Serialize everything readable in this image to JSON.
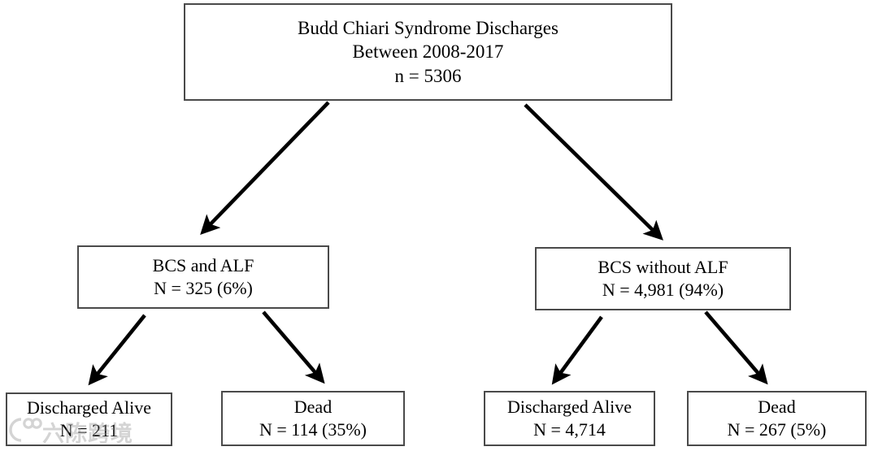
{
  "figure": {
    "type": "flowchart",
    "description": "Patient selection flow diagram for Budd Chiari Syndrome discharges"
  },
  "nodes": {
    "root": {
      "line1": "Budd Chiari Syndrome Discharges",
      "line2": "Between 2008-2017",
      "line3": "n = 5306"
    },
    "bcs_alf": {
      "line1": "BCS and ALF",
      "line2": "N =  325 (6%)"
    },
    "bcs_without_alf": {
      "line1": "BCS without ALF",
      "line2": "N = 4,981 (94%)"
    },
    "alf_alive": {
      "line1": "Discharged Alive",
      "line2": "N = 211"
    },
    "alf_dead": {
      "line1": "Dead",
      "line2": "N = 114 (35%)"
    },
    "noalf_alive": {
      "line1": "Discharged Alive",
      "line2": "N = 4,714"
    },
    "noalf_dead": {
      "line1": "Dead",
      "line2": "N = 267 (5%)"
    }
  },
  "watermark": {
    "text": "六陈跨境"
  },
  "chart_data": {
    "type": "flowchart",
    "title": "Budd Chiari Syndrome Discharges Between 2008-2017",
    "total": 5306,
    "levels": [
      {
        "level": 0,
        "nodes": [
          {
            "id": "root",
            "label": "Budd Chiari Syndrome Discharges Between 2008-2017",
            "n": 5306
          }
        ]
      },
      {
        "level": 1,
        "nodes": [
          {
            "id": "bcs_alf",
            "label": "BCS and ALF",
            "n": 325,
            "percent": 6
          },
          {
            "id": "bcs_without_alf",
            "label": "BCS without ALF",
            "n": 4981,
            "percent": 94
          }
        ]
      },
      {
        "level": 2,
        "nodes": [
          {
            "id": "alf_alive",
            "label": "Discharged Alive",
            "n": 211,
            "parent": "bcs_alf"
          },
          {
            "id": "alf_dead",
            "label": "Dead",
            "n": 114,
            "percent": 35,
            "parent": "bcs_alf"
          },
          {
            "id": "noalf_alive",
            "label": "Discharged Alive",
            "n": 4714,
            "parent": "bcs_without_alf"
          },
          {
            "id": "noalf_dead",
            "label": "Dead",
            "n": 267,
            "percent": 5,
            "parent": "bcs_without_alf"
          }
        ]
      }
    ],
    "edges": [
      {
        "from": "root",
        "to": "bcs_alf"
      },
      {
        "from": "root",
        "to": "bcs_without_alf"
      },
      {
        "from": "bcs_alf",
        "to": "alf_alive"
      },
      {
        "from": "bcs_alf",
        "to": "alf_dead"
      },
      {
        "from": "bcs_without_alf",
        "to": "noalf_alive"
      },
      {
        "from": "bcs_without_alf",
        "to": "noalf_dead"
      }
    ],
    "colors": {
      "box_border": "#4a4a4a",
      "arrow": "#000000",
      "background": "#ffffff"
    }
  }
}
